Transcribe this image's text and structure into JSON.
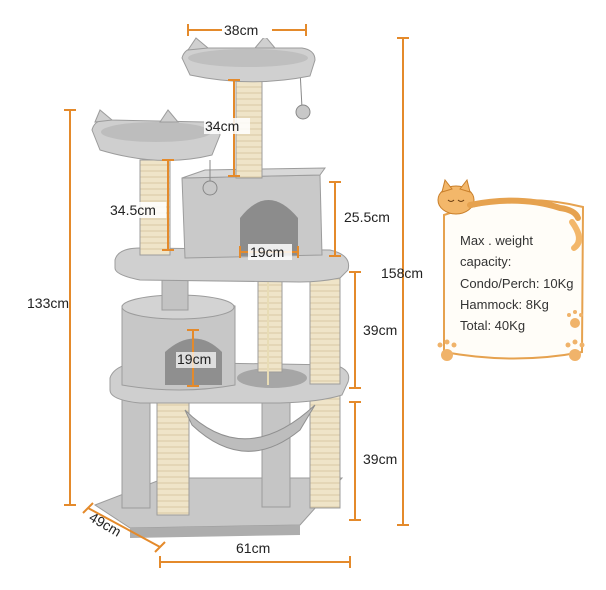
{
  "dimensions": {
    "top_perch_width": "38cm",
    "top_post_height": "34cm",
    "side_post_height": "34.5cm",
    "condo_height": "25.5cm",
    "condo_hole_width": "19cm",
    "total_height": "158cm",
    "second_level_height": "133cm",
    "middle_post_height": "39cm",
    "lower_condo_hole": "19cm",
    "lower_post_height": "39cm",
    "base_depth": "49cm",
    "base_width": "61cm"
  },
  "capacity_card": {
    "line1": "Max . weight",
    "line2": "capacity:",
    "line3": "Condo/Perch: 10Kg",
    "line4": "Hammock: 8Kg",
    "line5": "Total: 40Kg"
  },
  "colors": {
    "plush": "#c9c9c9",
    "plush_dark": "#a9a9a9",
    "sisal": "#efe4c8",
    "dimension_line": "#e48a2b",
    "card_stroke": "#e6a24f"
  }
}
